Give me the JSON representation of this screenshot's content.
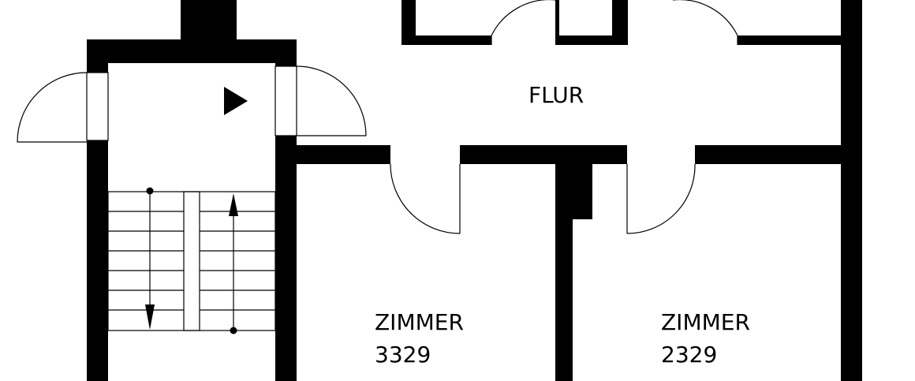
{
  "rooms": {
    "flur": {
      "label": "FLUR"
    },
    "room_a": {
      "label": "ZIMMER",
      "number": "3329"
    },
    "room_b": {
      "label": "ZIMMER",
      "number": "2329"
    }
  },
  "colors": {
    "wall": "#000000",
    "background": "#ffffff"
  },
  "icons": {
    "entrance": "entrance-arrow-icon",
    "stair_down": "stair-down-arrow-icon",
    "stair_up": "stair-up-arrow-icon"
  }
}
